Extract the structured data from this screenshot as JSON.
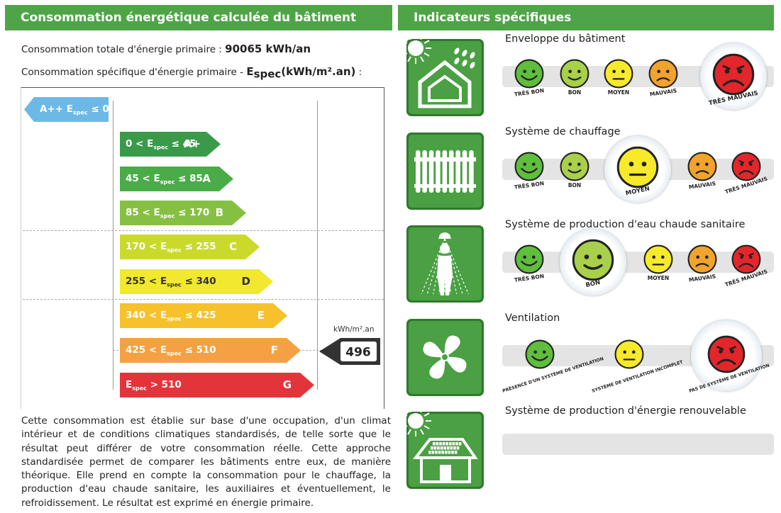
{
  "left_header": {
    "title": "Consommation énergétique calculée du bâtiment"
  },
  "right_header": {
    "title": "Indicateurs spécifiques"
  },
  "consumption": {
    "total_label": "Consommation totale d'énergie primaire : ",
    "total_value": "90065 kWh/an",
    "specific_label": "Consommation spécifique d'énergie primaire - ",
    "specific_symbol": "E",
    "specific_sub": "spec",
    "specific_unit": "(kWh/m².an)",
    "specific_colon": " :"
  },
  "energy_classes": [
    {
      "pre": "A++ E",
      "sub": "spec",
      "post": " ≤ 0",
      "letter": "",
      "color": "#6db9e5"
    },
    {
      "pre": "0 < E",
      "sub": "spec",
      "post": " ≤ 45",
      "letter": "A+",
      "color": "#3a9a4a"
    },
    {
      "pre": "45 < E",
      "sub": "spec",
      "post": " ≤ 85",
      "letter": "A",
      "color": "#4aac48"
    },
    {
      "pre": "85 < E",
      "sub": "spec",
      "post": " ≤ 170",
      "letter": "B",
      "color": "#86c043"
    },
    {
      "pre": "170 < E",
      "sub": "spec",
      "post": " ≤ 255",
      "letter": "C",
      "color": "#c9da2b"
    },
    {
      "pre": "255 < E",
      "sub": "spec",
      "post": " ≤ 340",
      "letter": "D",
      "color": "#f1e82f"
    },
    {
      "pre": "340 < E",
      "sub": "spec",
      "post": " ≤ 425",
      "letter": "E",
      "color": "#f6c12a"
    },
    {
      "pre": "425 < E",
      "sub": "spec",
      "post": " ≤ 510",
      "letter": "F",
      "color": "#f4a043"
    },
    {
      "pre": "E",
      "sub": "spec",
      "post": " > 510",
      "letter": "G",
      "color": "#e4343b"
    }
  ],
  "energy_value": {
    "unit": "kWh/m².an",
    "value": "496"
  },
  "description": "Cette consommation est établie sur base d'une occupation, d'un climat intérieur et de conditions climatiques standardisés, de telle sorte que le résultat peut différer de votre consommation réelle. Cette approche standardisée permet de comparer les bâtiments entre eux, de manière théorique. Elle prend en compte la consommation pour le chauffage, la production d'eau chaude sanitaire, les auxiliaires et éventuellement, le refroidissement. Le résultat est exprimé en énergie primaire.",
  "indicators": [
    {
      "title": "Enveloppe du bâtiment",
      "icon": "house-sun-rain-icon",
      "selected": 4,
      "labels": [
        "TRÈS BON",
        "BON",
        "MOYEN",
        "MAUVAIS",
        "TRÈS MAUVAIS"
      ]
    },
    {
      "title": "Système de chauffage",
      "icon": "radiator-icon",
      "selected": 2,
      "labels": [
        "TRÈS BON",
        "BON",
        "MOYEN",
        "MAUVAIS",
        "TRÈS MAUVAIS"
      ]
    },
    {
      "title": "Système de production d'eau chaude sanitaire",
      "icon": "shower-icon",
      "selected": 1,
      "labels": [
        "TRÈS BON",
        "BON",
        "MOYEN",
        "MAUVAIS",
        "TRÈS MAUVAIS"
      ]
    },
    {
      "title": "Ventilation",
      "icon": "fan-icon",
      "selected": 2,
      "labels": [
        "PRÉSENCE D'UN SYSTÈME DE VENTILATION",
        "SYSTÈME DE VENTILATION INCOMPLET",
        "PAS DE SYSTÈME DE VENTILATION"
      ]
    },
    {
      "title": "Système de production d'énergie renouvelable",
      "icon": "solar-house-icon",
      "selected": null,
      "labels": []
    }
  ],
  "colors": {
    "green_header": "#4ea447",
    "tile_green": "#4aa043",
    "smiley_green": "#5fbe3c",
    "smiley_lightgreen": "#a8d04a",
    "smiley_yellow": "#f7ea2a",
    "smiley_orange": "#f2a32d",
    "smiley_red": "#e2262b"
  }
}
